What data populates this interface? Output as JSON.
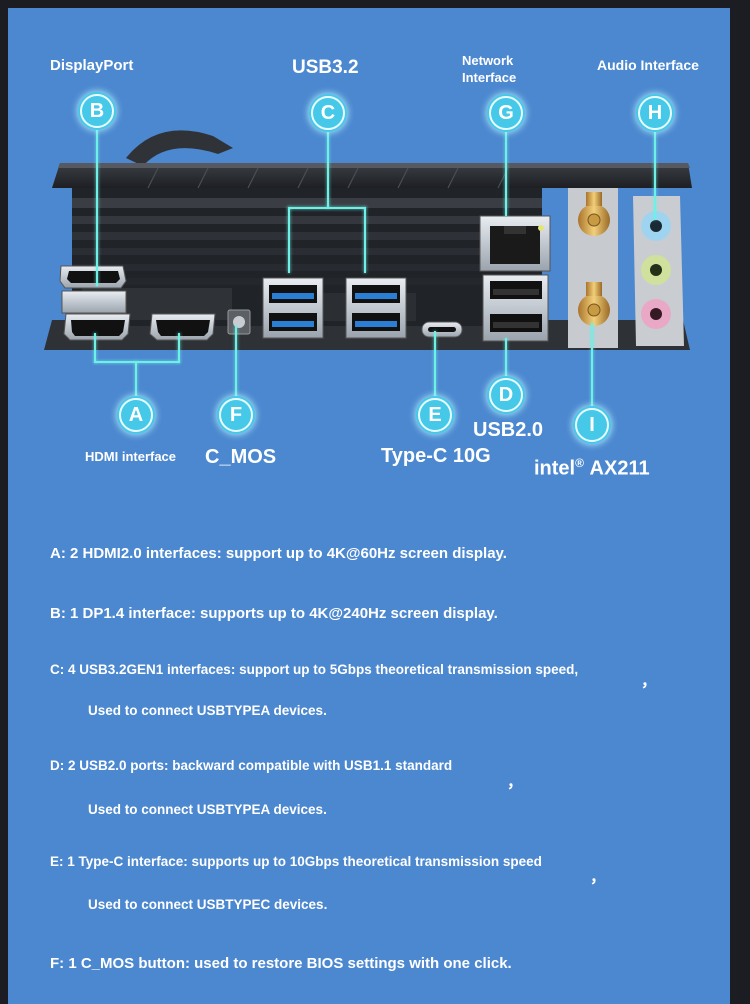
{
  "labels": {
    "displayport": "DisplayPort",
    "usb32": "USB3.2",
    "network_line1": "Network",
    "network_line2": "Interface",
    "audio": "Audio Interface",
    "hdmi": "HDMI interface",
    "cmos": "C_MOS",
    "typec": "Type-C 10G",
    "usb20": "USB2.0",
    "wifi_brand": "intel",
    "wifi_reg": "®",
    "wifi_model": "AX211"
  },
  "markers": {
    "a": "A",
    "b": "B",
    "c": "C",
    "d": "D",
    "e": "E",
    "f": "F",
    "g": "G",
    "h": "H",
    "i": "I"
  },
  "descriptions": [
    {
      "line": "A: 2 HDMI2.0 interfaces: support up to 4K@60Hz screen display."
    },
    {
      "line": "B: 1 DP1.4 interface: supports up to 4K@240Hz screen display."
    },
    {
      "line": "C: 4 USB3.2GEN1 interfaces: support up to 5Gbps theoretical transmission speed,",
      "mark": "，",
      "continuation": "Used to connect USBTYPEA devices."
    },
    {
      "line": "D: 2 USB2.0 ports: backward compatible with USB1.1 standard",
      "mark": "，",
      "continuation": "Used to connect USBTYPEA devices."
    },
    {
      "line": "E: 1 Type-C interface: supports up to 10Gbps theoretical transmission speed",
      "mark": "，",
      "continuation": "Used to connect USBTYPEC devices."
    },
    {
      "line": "F: 1 C_MOS button: used to restore BIOS settings with one click."
    }
  ],
  "colors": {
    "panel": "#4c88d0",
    "background": "#1c1d22",
    "callout": "#46c8e8",
    "line": "#6ef0e6"
  },
  "icons": [
    "heatsink-image",
    "hdmi-port-icon",
    "displayport-icon",
    "usb-a-port-icon",
    "usb-c-port-icon",
    "rj45-port-icon",
    "audio-jack-icon",
    "antenna-connector-icon"
  ]
}
